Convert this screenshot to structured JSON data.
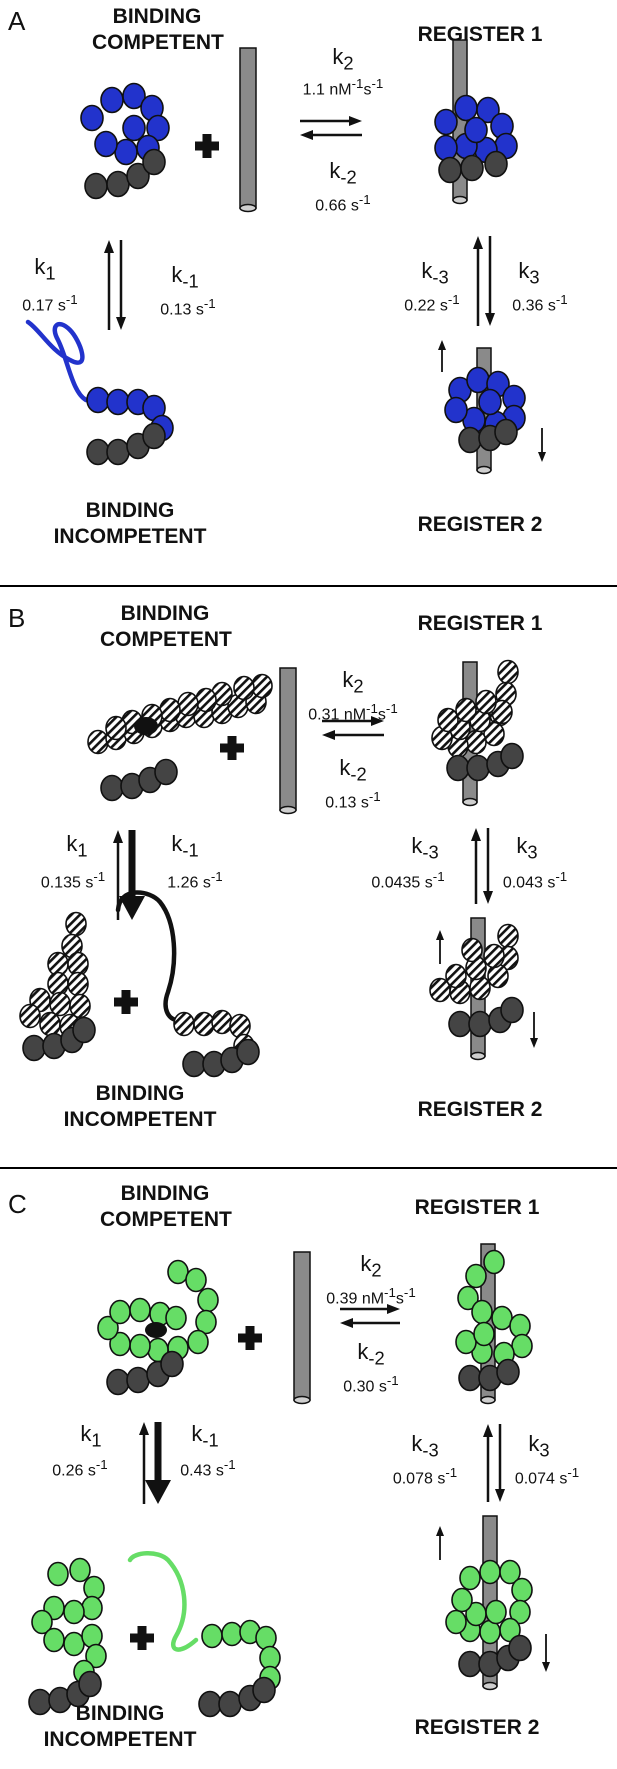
{
  "panels": [
    {
      "label": "A",
      "binding_competent": [
        "BINDING",
        "COMPETENT"
      ],
      "binding_incompetent": [
        "BINDING",
        "INCOMPETENT"
      ],
      "register1": "REGISTER 1",
      "register2": "REGISTER 2",
      "k2": {
        "name": "k",
        "sub": "2",
        "value": "1.1 nM",
        "sup1": "-1",
        "unit": "s",
        "sup2": "-1"
      },
      "km2": {
        "name": "k",
        "sub": "-2",
        "value": "0.66 s",
        "sup": "-1"
      },
      "k1": {
        "name": "k",
        "sub": "1",
        "value": "0.17 s",
        "sup": "-1"
      },
      "km1": {
        "name": "k",
        "sub": "-1",
        "value": "0.13 s",
        "sup": "-1"
      },
      "km3": {
        "name": "k",
        "sub": "-3",
        "value": "0.22 s",
        "sup": "-1"
      },
      "k3": {
        "name": "k",
        "sub": "3",
        "value": "0.36 s",
        "sup": "-1"
      },
      "bead_color": "#2233cc",
      "tail_color": "#2233cc"
    },
    {
      "label": "B",
      "binding_competent": [
        "BINDING",
        "COMPETENT"
      ],
      "binding_incompetent": [
        "BINDING",
        "INCOMPETENT"
      ],
      "register1": "REGISTER 1",
      "register2": "REGISTER 2",
      "k2": {
        "name": "k",
        "sub": "2",
        "value": "0.31 nM",
        "sup1": "-1",
        "unit": "s",
        "sup2": "-1"
      },
      "km2": {
        "name": "k",
        "sub": "-2",
        "value": "0.13 s",
        "sup": "-1"
      },
      "k1": {
        "name": "k",
        "sub": "1",
        "value": "0.135 s",
        "sup": "-1"
      },
      "km1": {
        "name": "k",
        "sub": "-1",
        "value": "1.26 s",
        "sup": "-1"
      },
      "km3": {
        "name": "k",
        "sub": "-3",
        "value": "0.0435 s",
        "sup": "-1"
      },
      "k3": {
        "name": "k",
        "sub": "3",
        "value": "0.043 s",
        "sup": "-1"
      },
      "bead_color": "#ffffff",
      "tail_color": "#111111"
    },
    {
      "label": "C",
      "binding_competent": [
        "BINDING",
        "COMPETENT"
      ],
      "binding_incompetent": [
        "BINDING",
        "INCOMPETENT"
      ],
      "register1": "REGISTER 1",
      "register2": "REGISTER 2",
      "k2": {
        "name": "k",
        "sub": "2",
        "value": "0.39 nM",
        "sup1": "-1",
        "unit": "s",
        "sup2": "-1"
      },
      "km2": {
        "name": "k",
        "sub": "-2",
        "value": "0.30 s",
        "sup": "-1"
      },
      "k1": {
        "name": "k",
        "sub": "1",
        "value": "0.26 s",
        "sup": "-1"
      },
      "km1": {
        "name": "k",
        "sub": "-1",
        "value": "0.43 s",
        "sup": "-1"
      },
      "km3": {
        "name": "k",
        "sub": "-3",
        "value": "0.078 s",
        "sup": "-1"
      },
      "k3": {
        "name": "k",
        "sub": "3",
        "value": "0.074 s",
        "sup": "-1"
      },
      "bead_color": "#66dd66",
      "tail_color": "#66dd66"
    }
  ],
  "colors": {
    "dark_bead": "#444444",
    "rod": "#8a8a8a",
    "outline": "#111111"
  }
}
